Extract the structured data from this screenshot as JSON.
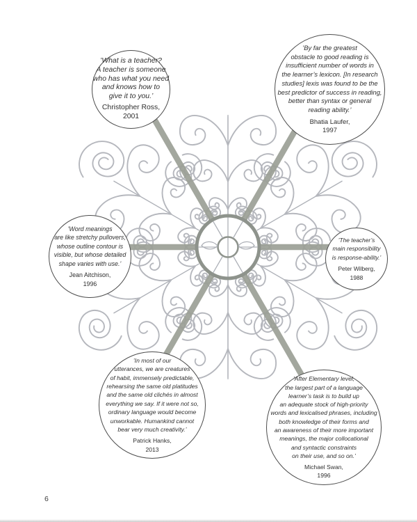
{
  "page": {
    "number": "6",
    "artwork_alt": "Ornamental wrought-iron wheel: central hub with six thick spokes surrounded by scrolling spiral filigree",
    "colors": {
      "scrollwork": "#b5b7bd",
      "spokes": "#9ca096",
      "hub": "#8e938c",
      "bubble_border": "#4c4c4c",
      "text": "#2f2f2f",
      "background": "#ffffff"
    }
  },
  "quotes": [
    {
      "text": "’What is a teacher?\nA teacher is someone\nwho has what you need\nand knows how to\ngive it to you.’",
      "name": "Christopher Ross,",
      "year": "2001"
    },
    {
      "text": "’By far the greatest\nobstacle to good reading is\ninsufficient number of words in\nthe learner’s lexicon. [In research\nstudies] lexis was found to be the\nbest predictor of success in reading,\nbetter than syntax or general\nreading ability.’",
      "name": "Bhatia Laufer,",
      "year": "1997"
    },
    {
      "text": "’Word meanings\nare like stretchy pullovers,\nwhose outline contour is\nvisible, but whose detailed\nshape varies with use.’",
      "name": "Jean Aitchison,",
      "year": "1996"
    },
    {
      "text": "’The teacher’s\nmain responsibility\nis response-ability.’",
      "name": "Peter Wilberg,",
      "year": "1988"
    },
    {
      "text": "’In most of our\nutterances, we are creatures\nof habit, immensely predictable,\nrehearsing the same old platitudes\nand the same old clichés in almost\neverything we say. If it were not so,\nordinary language would become\nunworkable. Humankind cannot\nbear very much creativity.’",
      "name": "Patrick Hanks,",
      "year": "2013"
    },
    {
      "text": "’After Elementary level,\nthe largest part of a language\nlearner’s task is to build up\nan adequate stock of high-priority\nwords and lexicalised phrases, including\nboth knowledge of their forms and\nan awareness of their more important\nmeanings, the major collocational\nand syntactic constraints\non their use, and so on.’",
      "name": "Michael Swan,",
      "year": "1996"
    }
  ]
}
